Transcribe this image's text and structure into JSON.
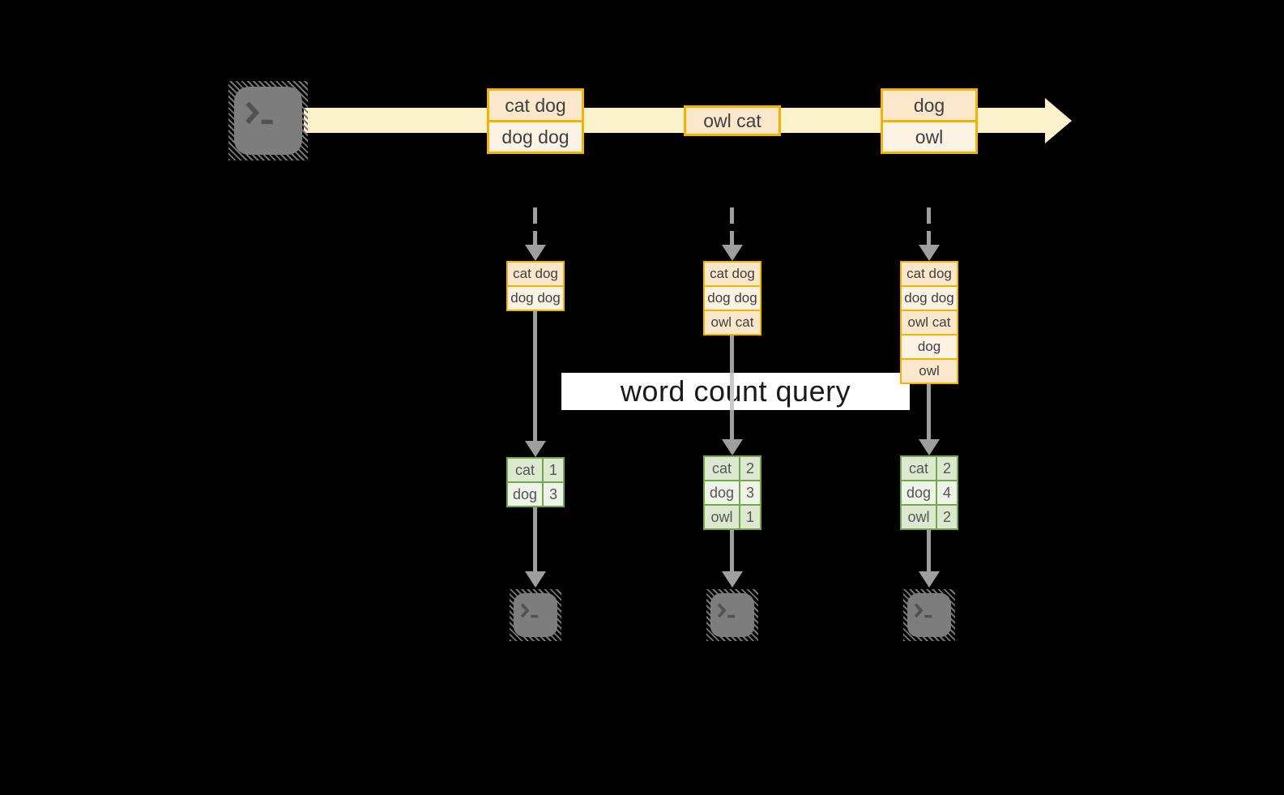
{
  "query": {
    "label": "word count query"
  },
  "stream": {
    "events": [
      {
        "rows": [
          "cat dog",
          "dog dog"
        ]
      },
      {
        "rows": [
          "owl cat"
        ]
      },
      {
        "rows": [
          "dog",
          "owl"
        ]
      }
    ]
  },
  "columns": [
    {
      "buffer": [
        "cat dog",
        "dog dog"
      ],
      "counts": [
        {
          "word": "cat",
          "count": "1"
        },
        {
          "word": "dog",
          "count": "3"
        }
      ]
    },
    {
      "buffer": [
        "cat dog",
        "dog dog",
        "owl cat"
      ],
      "counts": [
        {
          "word": "cat",
          "count": "2"
        },
        {
          "word": "dog",
          "count": "3"
        },
        {
          "word": "owl",
          "count": "1"
        }
      ]
    },
    {
      "buffer": [
        "cat dog",
        "dog dog",
        "owl cat",
        "dog",
        "owl"
      ],
      "counts": [
        {
          "word": "cat",
          "count": "2"
        },
        {
          "word": "dog",
          "count": "4"
        },
        {
          "word": "owl",
          "count": "2"
        }
      ]
    }
  ],
  "icons": {
    "source": "terminal-icon",
    "sinks": "terminal-icon",
    "stream": "right-arrow-icon",
    "flow": "down-arrow-icon"
  },
  "colors": {
    "background": "#000000",
    "stream_band": "#FBF2CC",
    "record_border": "#F5B301",
    "record_fill_peach": "#FBE7CB",
    "record_fill_cream": "#FDF3E4",
    "table_border": "#70A84B",
    "table_fill_dark": "#DCE9D0",
    "table_fill_light": "#EEF4E8",
    "arrow_gray": "#9E9E9E",
    "terminal_gray": "#7D7D7D",
    "banner_bg": "#FFFFFF",
    "text_dark": "#3F3F3F"
  }
}
